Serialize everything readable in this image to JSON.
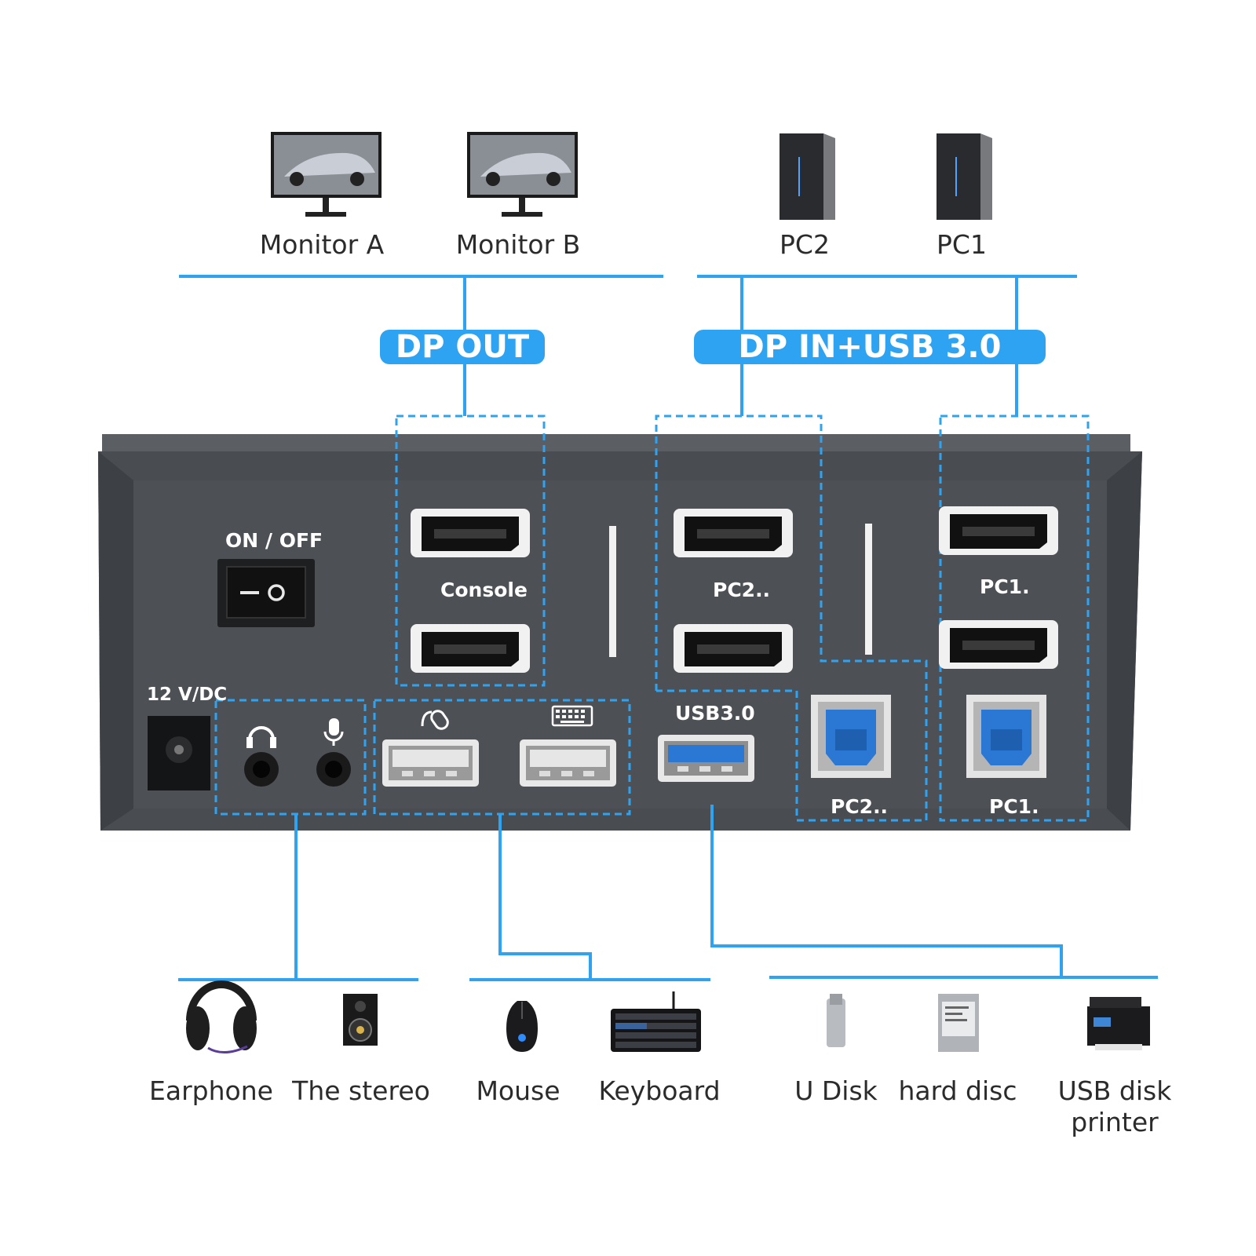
{
  "top_devices": {
    "monitor_a": "Monitor A",
    "monitor_b": "Monitor B",
    "pc2": "PC2",
    "pc1": "PC1"
  },
  "sections": {
    "dp_out": "DP OUT",
    "dp_in_usb": "DP IN+USB 3.0"
  },
  "panel": {
    "power_switch": "ON / OFF",
    "power_jack": "12 V/DC",
    "console_label": "Console",
    "pc2_dp_label": "PC2..",
    "pc1_dp_label": "PC1.",
    "usb30_label": "USB3.0",
    "pc2_usb_label": "PC2..",
    "pc1_usb_label": "PC1."
  },
  "bottom_devices": {
    "earphone": "Earphone",
    "stereo": "The stereo",
    "mouse": "Mouse",
    "keyboard": "Keyboard",
    "u_disk": "U Disk",
    "hard_disc": "hard disc",
    "printer_line1": "USB disk",
    "printer_line2": "printer"
  },
  "colors": {
    "accent": "#2ea3f2",
    "panel": "#4a4d52",
    "text": "#2b2b2b"
  }
}
